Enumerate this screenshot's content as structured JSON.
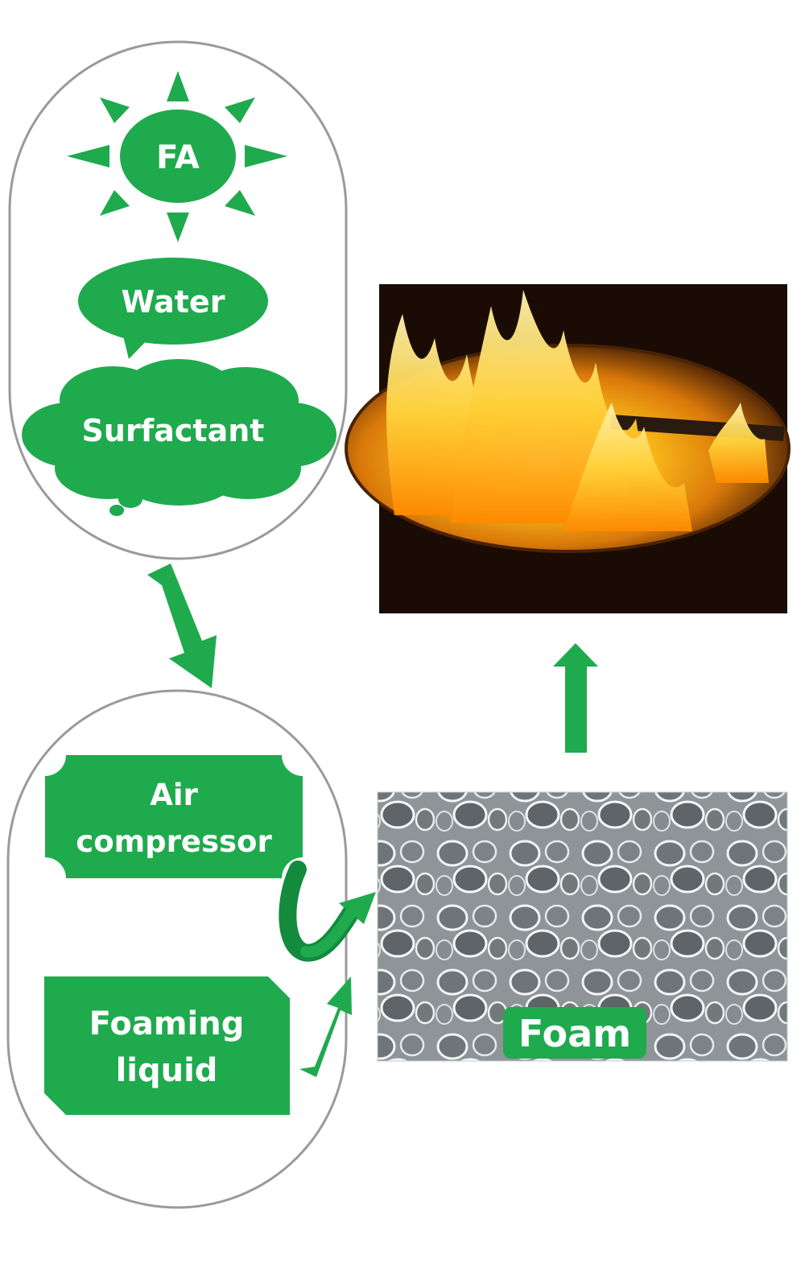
{
  "colors": {
    "green": "#1faa4e",
    "dark_green": "#138a3c",
    "capsule_border": "#9a9a9a",
    "photo_fire_bg": "#1a0c04",
    "photo_foam_bg": "#8f9498"
  },
  "ingredients": {
    "fa_label": "FA",
    "water_label": "Water",
    "surfactant_label": "Surfactant"
  },
  "generator": {
    "air_line1": "Air",
    "air_line2": "compressor",
    "liquid_line1": "Foaming",
    "liquid_line2": "liquid"
  },
  "foam_label": "Foam",
  "icons": {
    "sun": "sun-shape",
    "speech": "speech-bubble-shape",
    "thought": "thought-cloud-shape",
    "flow": "arrow-icon"
  }
}
